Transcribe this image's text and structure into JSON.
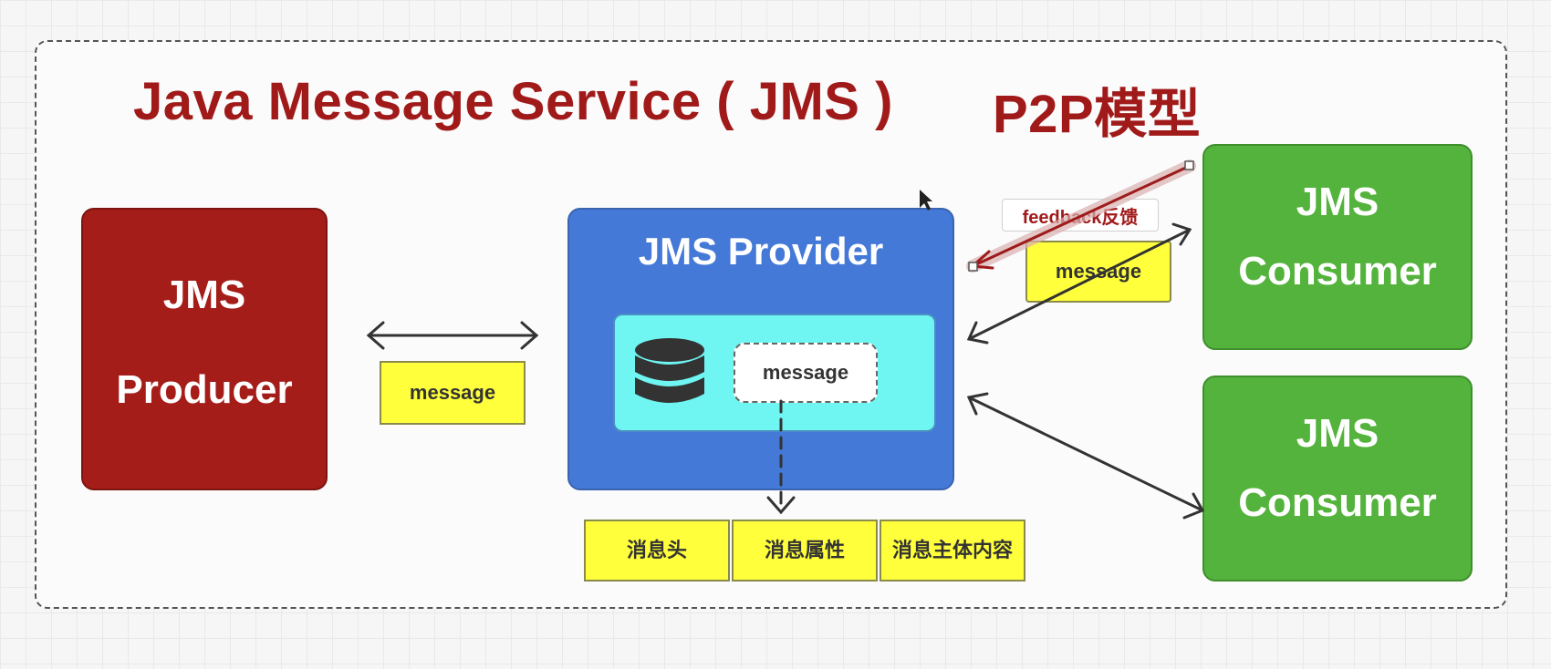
{
  "title": {
    "main": "Java Message Service ( JMS )",
    "model": "P2P模型"
  },
  "producer": {
    "line1": "JMS",
    "line2": "Producer"
  },
  "provider": {
    "title": "JMS Provider",
    "inner_message": "message",
    "queue_icon": "database-icon"
  },
  "consumers": [
    {
      "line1": "JMS",
      "line2": "Consumer"
    },
    {
      "line1": "JMS",
      "line2": "Consumer"
    }
  ],
  "producer_message": "message",
  "consumer_message": "message",
  "feedback_label": "feedback反馈",
  "message_parts": [
    "消息头",
    "消息属性",
    "消息主体内容"
  ],
  "colors": {
    "title": "#a11a1a",
    "producer": "#a51d18",
    "provider": "#4479d8",
    "queue": "#6ff5f2",
    "consumer": "#54b33c",
    "message_box": "#ffff3c"
  }
}
